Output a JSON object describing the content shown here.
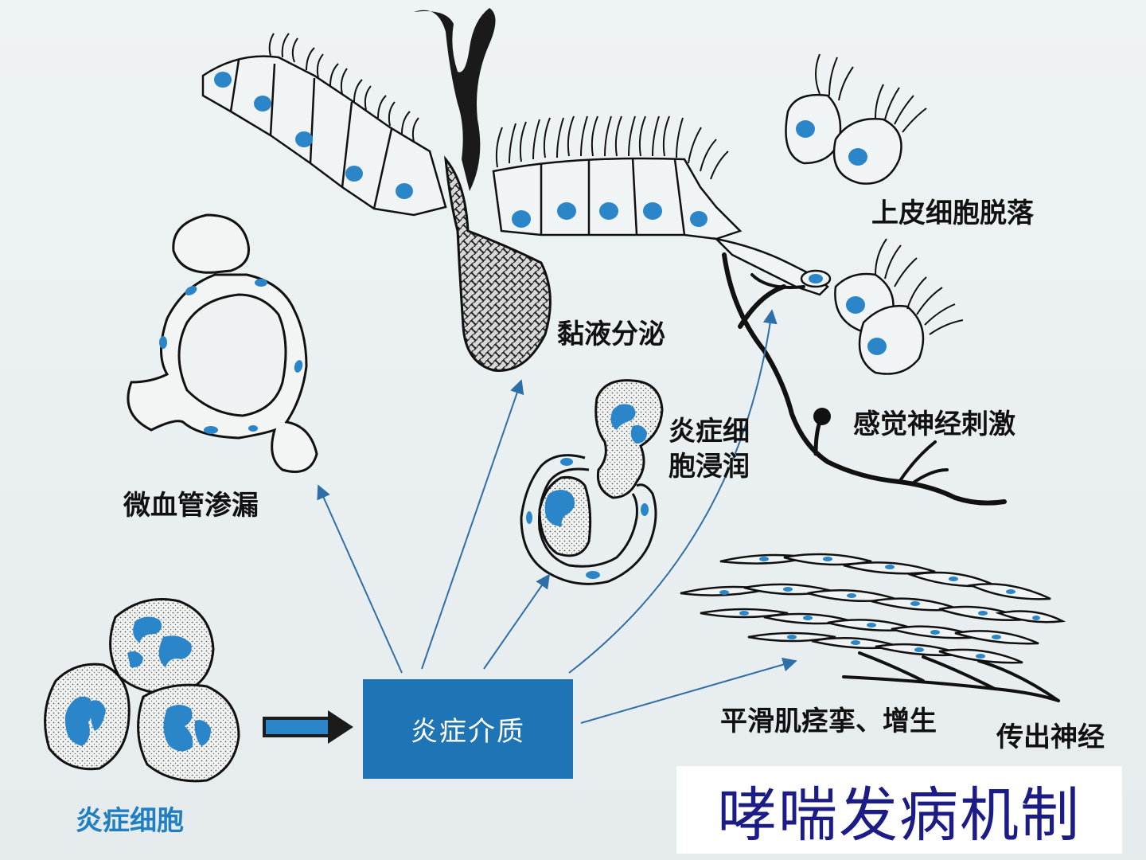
{
  "title": "哮喘发病机制",
  "mediator": "炎症介质",
  "labels": {
    "shed": "上皮细胞脱落",
    "mucus": "黏液分泌",
    "leak": "微血管渗漏",
    "infil_line1": "炎症细",
    "infil_line2": "胞浸润",
    "nerve": "感觉神经刺激",
    "muscle": "平滑肌痉挛、增生",
    "efferent": "传出神经",
    "cells": "炎症细胞"
  },
  "colors": {
    "mediator_box": "#1f74b6",
    "nucleus": "#2b86c9",
    "arrow": "#2f6fa8",
    "title_text": "#1c1c86",
    "cells_label": "#1f7fc2"
  }
}
